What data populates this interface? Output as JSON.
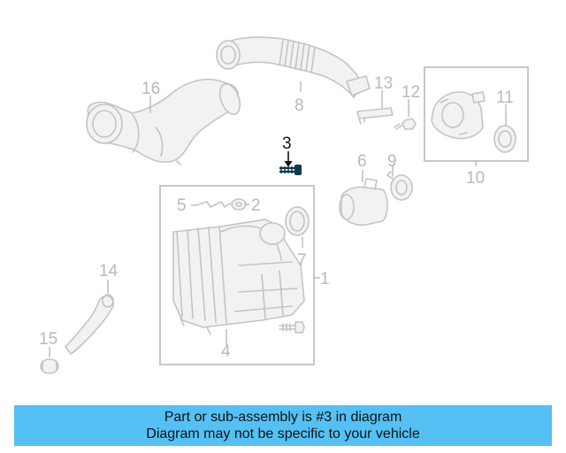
{
  "diagram": {
    "highlighted_part": "3",
    "callouts": {
      "c1": "1",
      "c2": "2",
      "c3": "3",
      "c4": "4",
      "c5": "5",
      "c6": "6",
      "c7": "7",
      "c8": "8",
      "c9": "9",
      "c10": "10",
      "c11": "11",
      "c12": "12",
      "c13": "13",
      "c14": "14",
      "c15": "15",
      "c16": "16"
    }
  },
  "banner": {
    "line1": "Part or sub-assembly is #3 in diagram",
    "line2": "Diagram may not be specific to your vehicle"
  },
  "colors": {
    "banner_bg": "#55c0f4",
    "highlight_part": "#0d3b4f",
    "faded_line": "#c4c4c4"
  }
}
